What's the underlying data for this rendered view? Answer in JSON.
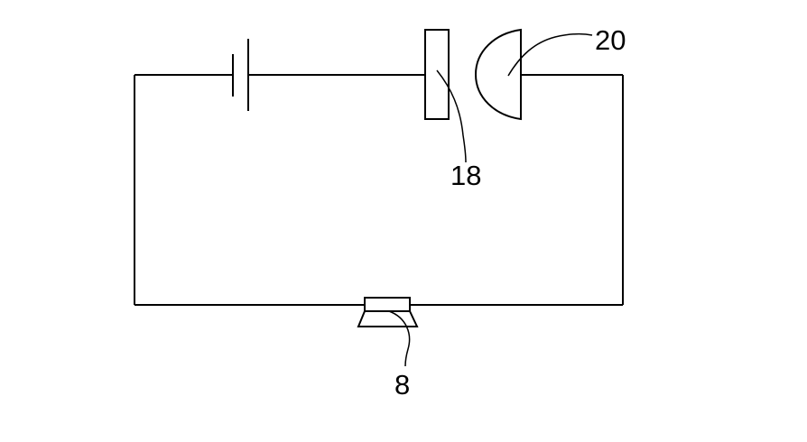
{
  "labels": {
    "contact_plate": "18",
    "contact_dome": "20",
    "buzzer": "8"
  },
  "colors": {
    "line": "#000000",
    "background": "#ffffff"
  }
}
